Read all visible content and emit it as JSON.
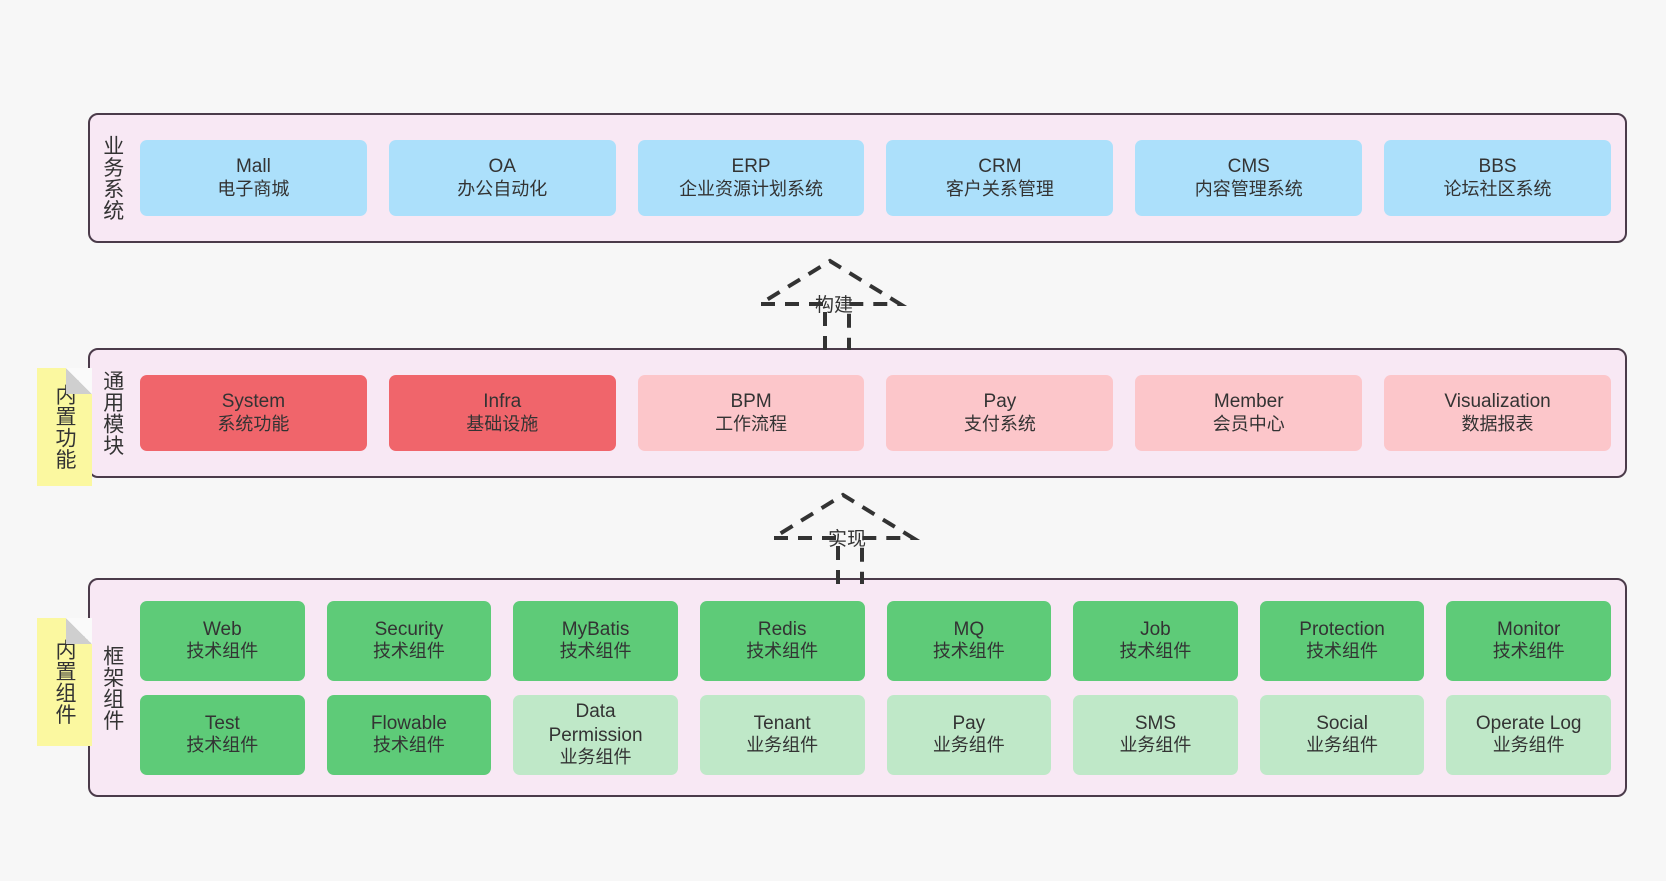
{
  "diagram": {
    "title": "业务系统 / 通用模块 / 框架组件 分层架构图",
    "background_color": "#f7f7f7",
    "layer_fill": "#f8e8f4",
    "layer_border": "#4b3b4a",
    "note_color": "#fbf8a0"
  },
  "layers": [
    {
      "key": "business",
      "label": "业务系统",
      "rows": [
        {
          "cards": [
            {
              "en": "Mall",
              "cn": "电子商城",
              "color": "#ace0fb",
              "style": "blue"
            },
            {
              "en": "OA",
              "cn": "办公自动化",
              "color": "#ace0fb",
              "style": "blue"
            },
            {
              "en": "ERP",
              "cn": "企业资源计划系统",
              "color": "#ace0fb",
              "style": "blue"
            },
            {
              "en": "CRM",
              "cn": "客户关系管理",
              "color": "#ace0fb",
              "style": "blue"
            },
            {
              "en": "CMS",
              "cn": "内容管理系统",
              "color": "#ace0fb",
              "style": "blue"
            },
            {
              "en": "BBS",
              "cn": "论坛社区系统",
              "color": "#ace0fb",
              "style": "blue"
            }
          ]
        }
      ]
    },
    {
      "key": "common",
      "label": "通用模块",
      "note": "内置功能",
      "rows": [
        {
          "cards": [
            {
              "en": "System",
              "cn": "系统功能",
              "color": "#f0656b",
              "style": "red"
            },
            {
              "en": "Infra",
              "cn": "基础设施",
              "color": "#f0656b",
              "style": "red"
            },
            {
              "en": "BPM",
              "cn": "工作流程",
              "color": "#fcc6ca",
              "style": "pink"
            },
            {
              "en": "Pay",
              "cn": "支付系统",
              "color": "#fcc6ca",
              "style": "pink"
            },
            {
              "en": "Member",
              "cn": "会员中心",
              "color": "#fcc6ca",
              "style": "pink"
            },
            {
              "en": "Visualization",
              "cn": "数据报表",
              "color": "#fcc6ca",
              "style": "pink"
            }
          ]
        }
      ]
    },
    {
      "key": "framework",
      "label": "框架组件",
      "note": "内置组件",
      "rows": [
        {
          "cards": [
            {
              "en": "Web",
              "cn": "技术组件",
              "color": "#5ecb78",
              "style": "green"
            },
            {
              "en": "Security",
              "cn": "技术组件",
              "color": "#5ecb78",
              "style": "green"
            },
            {
              "en": "MyBatis",
              "cn": "技术组件",
              "color": "#5ecb78",
              "style": "green"
            },
            {
              "en": "Redis",
              "cn": "技术组件",
              "color": "#5ecb78",
              "style": "green"
            },
            {
              "en": "MQ",
              "cn": "技术组件",
              "color": "#5ecb78",
              "style": "green"
            },
            {
              "en": "Job",
              "cn": "技术组件",
              "color": "#5ecb78",
              "style": "green"
            },
            {
              "en": "Protection",
              "cn": "技术组件",
              "color": "#5ecb78",
              "style": "green"
            },
            {
              "en": "Monitor",
              "cn": "技术组件",
              "color": "#5ecb78",
              "style": "green"
            }
          ]
        },
        {
          "cards": [
            {
              "en": "Test",
              "cn": "技术组件",
              "color": "#5ecb78",
              "style": "green"
            },
            {
              "en": "Flowable",
              "cn": "技术组件",
              "color": "#5ecb78",
              "style": "green"
            },
            {
              "en": "Data Permission",
              "cn": "业务组件",
              "color": "#bfe8c8",
              "style": "lightgreen"
            },
            {
              "en": "Tenant",
              "cn": "业务组件",
              "color": "#bfe8c8",
              "style": "lightgreen"
            },
            {
              "en": "Pay",
              "cn": "业务组件",
              "color": "#bfe8c8",
              "style": "lightgreen"
            },
            {
              "en": "SMS",
              "cn": "业务组件",
              "color": "#bfe8c8",
              "style": "lightgreen"
            },
            {
              "en": "Social",
              "cn": "业务组件",
              "color": "#bfe8c8",
              "style": "lightgreen"
            },
            {
              "en": "Operate Log",
              "cn": "业务组件",
              "color": "#bfe8c8",
              "style": "lightgreen"
            }
          ]
        }
      ]
    }
  ],
  "connectors": [
    {
      "key": "build",
      "label": "构建",
      "from": "common",
      "to": "business"
    },
    {
      "key": "implement",
      "label": "实现",
      "from": "framework",
      "to": "common"
    }
  ]
}
